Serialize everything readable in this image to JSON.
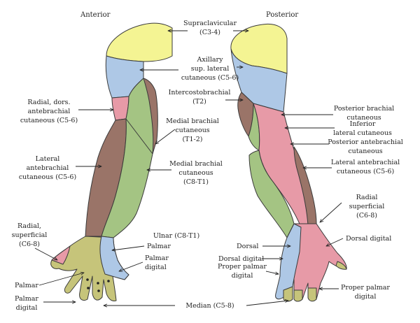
{
  "headings": {
    "anterior": "Anterior",
    "posterior": "Posterior"
  },
  "colors": {
    "supraclavicular": "#f4f493",
    "axillary_blue": "#aec8e6",
    "pink": "#e79aa7",
    "brown": "#9a7468",
    "green": "#a4c483",
    "olive": "#c6c47a",
    "outline": "#3a3a3a"
  },
  "labels": {
    "supraclavicular": [
      "Supraclavicular",
      "(C3-4)"
    ],
    "axillary": [
      "Axillary",
      "sup. lateral",
      "cutaneous (C5-6)"
    ],
    "intercostobrachial": [
      "Intercostobrachial",
      "(T2)"
    ],
    "radial_dors": [
      "Radial, dors.",
      "antebrachial",
      "cutaneous (C5-6)"
    ],
    "medial_brachial_t12": [
      "Medial brachial",
      "cutaneous",
      "(T1-2)"
    ],
    "lateral_antebrachial_left": [
      "Lateral",
      "antebrachial",
      "cutaneous (C5-6)"
    ],
    "medial_brachial_c8t1": [
      "Medial brachial",
      "cutaneous",
      "(C8-T1)"
    ],
    "radial_superficial_left": [
      "Radial,",
      "superficial",
      "(C6-8)"
    ],
    "ulnar": "Ulnar (C8-T1)",
    "palmar_ulnar": "Palmar",
    "palmar_digital_ulnar": [
      "Palmar",
      "digital"
    ],
    "palmar_left": "Palmar",
    "palmar_digital_left": [
      "Palmar",
      "digital"
    ],
    "median": "Median (C5-8)",
    "posterior_brachial": [
      "Posterior brachial",
      "cutaneous"
    ],
    "inferior_lateral": [
      "Inferior",
      "lateral cutaneous"
    ],
    "posterior_antebrachial": [
      "Posterior antebrachial",
      "cutaneous"
    ],
    "lateral_antebrachial_right": [
      "Lateral antebrachial",
      "cutaneous (C5-6)"
    ],
    "radial_superficial_right": [
      "Radial",
      "superficial",
      "(C6-8)"
    ],
    "dorsal": "Dorsal",
    "dorsal_digital_mid": "Dorsal digital",
    "dorsal_digital_right": "Dorsal digital",
    "proper_palmar_left": [
      "Proper palmar",
      "digital"
    ],
    "proper_palmar_right": [
      "Proper palmar",
      "digital"
    ]
  }
}
